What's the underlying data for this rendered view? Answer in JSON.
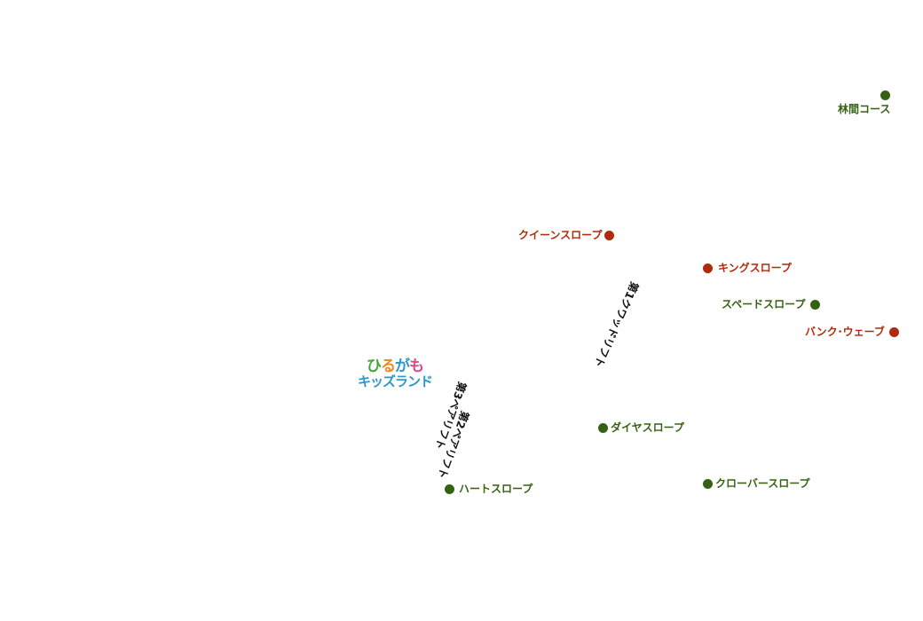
{
  "courses": {
    "rinkan": {
      "label": "林間コース",
      "color": "#356212"
    },
    "queen": {
      "label": "クイーンスロープ",
      "color": "#b02a0c"
    },
    "king": {
      "label": "キングスロープ",
      "color": "#b02a0c"
    },
    "spade": {
      "label": "スペードスロープ",
      "color": "#356212"
    },
    "bank": {
      "label": "バンク･ウェーブ",
      "color": "#b02a0c"
    },
    "diamond": {
      "label": "ダイヤスロープ",
      "color": "#356212"
    },
    "clover": {
      "label": "クローバースロープ",
      "color": "#356212"
    },
    "heart": {
      "label": "ハートスロープ",
      "color": "#356212"
    }
  },
  "lifts": {
    "lift1": {
      "label": "第1クワッドリフト"
    },
    "lift2": {
      "label": "第2ペアリフト"
    },
    "lift3": {
      "label": "第3ペアリフト"
    }
  },
  "logo": {
    "chars": [
      {
        "text": "ひ",
        "color": "#3aa835"
      },
      {
        "text": "る",
        "color": "#f08a1c"
      },
      {
        "text": "が",
        "color": "#2a98c9"
      },
      {
        "text": "も",
        "color": "#e0488a"
      }
    ],
    "bottom": "キッズランド"
  }
}
